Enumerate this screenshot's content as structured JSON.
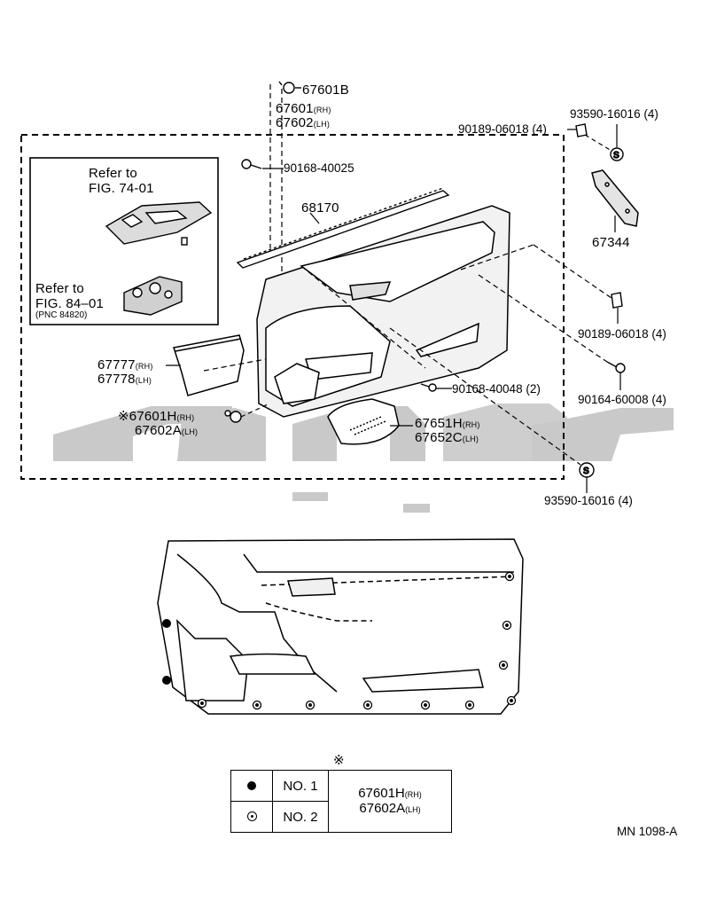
{
  "labels": {
    "clip_67601b": "67601B",
    "trim_rh": "67601",
    "trim_lh": "67602",
    "screw_90168_40025": "90168-40025",
    "bolt_90189_top": "90189-06018 (4)",
    "nut_93590_top": "93590-16016 (4)",
    "molding_68170": "68170",
    "bracket_67344": "67344",
    "bolt_90189_right": "90189-06018 (4)",
    "screw_90164": "90164-60008 (4)",
    "screw_90168_40048": "90168-40048 (2)",
    "pocket_rh": "67777",
    "pocket_lh": "67778",
    "clip_h_rh": "67601H",
    "clip_a_lh": "67602A",
    "cover_rh": "67651H",
    "cover_lh": "67652C",
    "nut_93590_bottom": "93590-16016 (4)",
    "refer1_line1": "Refer to",
    "refer1_line2": "FIG. 74-01",
    "refer2_line1": "Refer to",
    "refer2_line2": "FIG. 84–01",
    "refer2_pnc": "(PNC 84820)",
    "rh": "(RH)",
    "lh": "(LH)",
    "asterisk": "※",
    "drawing_number": "MN 1098-A"
  },
  "legend": {
    "header": "※",
    "row1_label": "NO. 1",
    "row2_label": "NO. 2",
    "part_rh": "67601H",
    "part_lh": "67602A",
    "rh": "(RH)",
    "lh": "(LH)"
  },
  "symbols": {
    "row1": "filled-dot",
    "row2": "ring-dot"
  },
  "watermark_color": "#c8c8c8"
}
